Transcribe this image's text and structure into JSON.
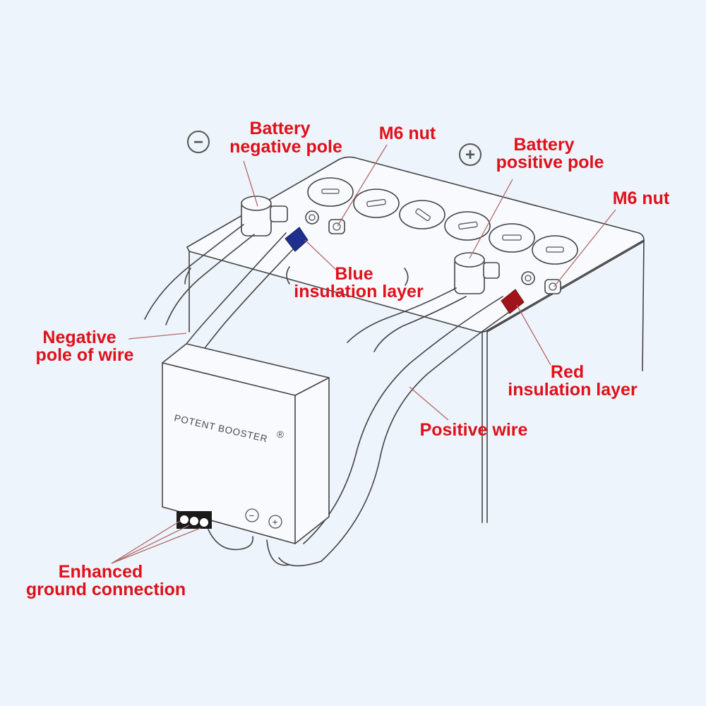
{
  "labels": {
    "battery_negative_pole": [
      "Battery",
      "negative pole"
    ],
    "m6_nut_left": [
      "M6 nut"
    ],
    "battery_positive_pole": [
      "Battery",
      "positive pole"
    ],
    "m6_nut_right": [
      "M6 nut"
    ],
    "blue_insulation_layer": [
      "Blue",
      "insulation layer"
    ],
    "negative_pole_of_wire": [
      "Negative",
      "pole of wire"
    ],
    "red_insulation_layer": [
      "Red",
      "insulation layer"
    ],
    "positive_wire": [
      "Positive wire"
    ],
    "enhanced_ground_connection": [
      "Enhanced",
      "ground connection"
    ]
  },
  "device": {
    "brand": "POTENT BOOSTER"
  },
  "symbols": {
    "battery_negative": "−",
    "battery_positive": "+",
    "device_negative": "−",
    "device_positive": "+"
  },
  "colors": {
    "label": "#e0101a",
    "blue_insulation": "#1e2f8c",
    "red_insulation": "#a3141a",
    "background": "#eef4fb"
  }
}
